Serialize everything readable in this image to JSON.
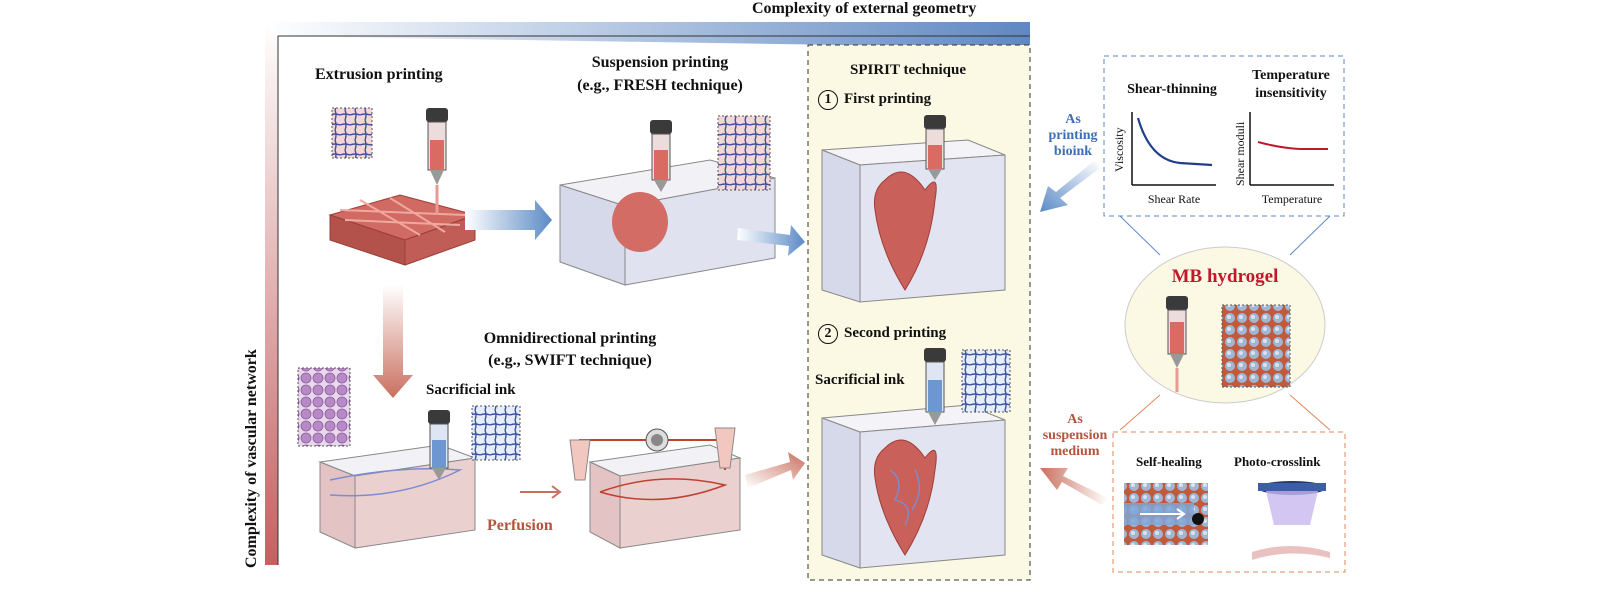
{
  "axes": {
    "x_label": "Complexity of external geometry",
    "y_label": "Complexity of vascular network"
  },
  "methods": {
    "extrusion": "Extrusion printing",
    "suspension_line1": "Suspension printing",
    "suspension_line2": "(e.g., FRESH technique)",
    "omni_line1": "Omnidirectional printing",
    "omni_line2": "(e.g., SWIFT technique)",
    "sacrificial_ink": "Sacrificial ink",
    "perfusion": "Perfusion"
  },
  "spirit": {
    "title": "SPIRIT technique",
    "step1_num": "1",
    "step1": "First printing",
    "step2_num": "2",
    "step2": "Second printing",
    "sacrificial_ink": "Sacrificial ink"
  },
  "bioink": {
    "label_line1": "As",
    "label_line2": "printing",
    "label_line3": "bioink",
    "plot1_title": "Shear-thinning",
    "plot1_ylabel": "Viscosity",
    "plot1_xlabel": "Shear Rate",
    "plot2_title_line1": "Temperature",
    "plot2_title_line2": "insensitivity",
    "plot2_ylabel": "Shear moduli",
    "plot2_xlabel": "Temperature"
  },
  "hydrogel": {
    "title": "MB hydrogel"
  },
  "medium": {
    "label_line1": "As",
    "label_line2": "suspension",
    "label_line3": "medium",
    "prop1": "Self-healing",
    "prop2": "Photo-crosslink"
  },
  "colors": {
    "blue_arrow": "#5b8ac6",
    "red_arrow": "#c9705f",
    "tissue": "#c9615a",
    "gel_bg": "#fbf8e3",
    "blue_dash": "#5b8ac6",
    "orange_dash": "#e0875a"
  },
  "icons": [
    "syringe-icon",
    "pump-icon",
    "lamp-icon",
    "heart-icon"
  ]
}
